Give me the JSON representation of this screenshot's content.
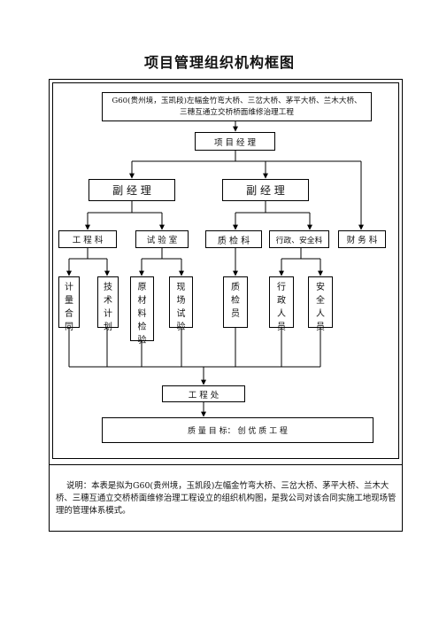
{
  "title": "项目管理组织机构框图",
  "project_box": {
    "line1": "G60(贵州境，玉凯段)左幅金竹弯大桥、三岔大桥、茅平大桥、兰木大桥、",
    "line2": "三穗互通立交桥桥面维修治理工程"
  },
  "nodes": {
    "manager": "项 目 经 理",
    "deputy_left": "副   经   理",
    "deputy_right": "副   经   理",
    "engineering": "工 程 科",
    "lab": "试 验 室",
    "quality_dept": "质 检 科",
    "admin_safety": "行政、安全科",
    "finance": "财 务 科",
    "engineering_office": "工 程 处",
    "quality_goal": "质   量   目   标：  创   优   质   工   程"
  },
  "vertical_boxes": [
    {
      "id": "contract",
      "chars": [
        "计",
        "量",
        "合",
        "同"
      ]
    },
    {
      "id": "technical",
      "chars": [
        "技",
        "术",
        "计",
        "划"
      ]
    },
    {
      "id": "materials",
      "chars": [
        "原",
        "材",
        "料",
        "检",
        "验"
      ]
    },
    {
      "id": "field-test",
      "chars": [
        "现",
        "场",
        "试",
        "验"
      ]
    },
    {
      "id": "inspector",
      "chars": [
        "质",
        "检",
        "员"
      ]
    },
    {
      "id": "admin-staff",
      "chars": [
        "行",
        "政",
        "人",
        "员"
      ]
    },
    {
      "id": "safety-staff",
      "chars": [
        "安",
        "全",
        "人",
        "员"
      ]
    }
  ],
  "note": "说明：本表是拟为G60(贵州境，玉凯段)左幅金竹弯大桥、三岔大桥、茅平大桥、兰木大桥、三穗互通立交桥桥面维修治理工程设立的组织机构图，是我公司对该合同实施工地现场管理的管理体系模式。"
}
